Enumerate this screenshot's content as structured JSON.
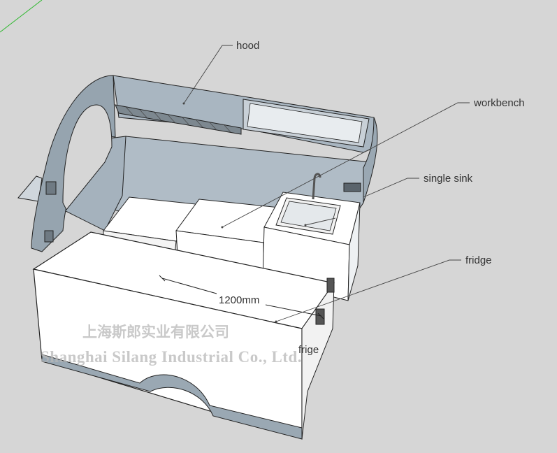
{
  "labels": {
    "hood": "hood",
    "workbench": "workbench",
    "single_sink": "single sink",
    "fridge": "fridge",
    "dimension": "1200mm",
    "frige": "frige"
  },
  "watermark": {
    "cn": "上海斯郎实业有限公司",
    "en": "Shanghai Silang Industrial Co., Ltd."
  },
  "colors": {
    "background": "#d6d6d6",
    "wall": "#a9b6c1",
    "side_panel": "#9aa8b3",
    "white_surface": "#ffffff",
    "outline": "#222222"
  }
}
